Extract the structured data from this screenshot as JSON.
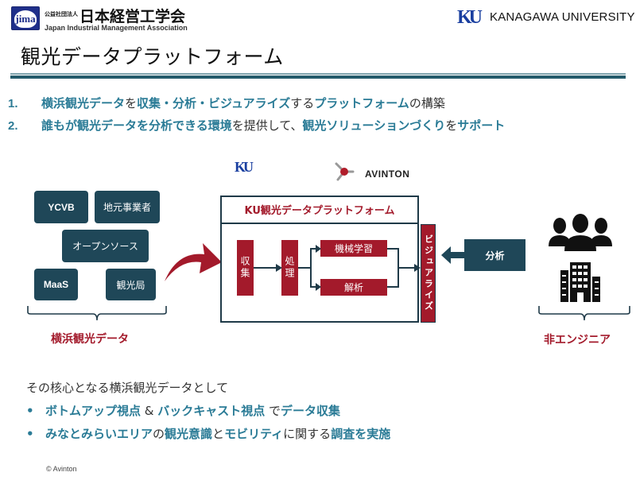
{
  "header": {
    "org_logo_mark": "jima",
    "org_small_label": "公益社団法人",
    "org_name_ja": "日本経営工学会",
    "org_name_en": "Japan Industrial Management Association",
    "university_logo_mark": "KU",
    "university_name": "KANAGAWA UNIVERSITY"
  },
  "page_title": "観光データプラットフォーム",
  "points": [
    {
      "number": "1.",
      "segments": [
        {
          "text": "横浜観光データ",
          "highlight": true
        },
        {
          "text": "を",
          "highlight": false
        },
        {
          "text": "収集・分析・ビジュアライズ",
          "highlight": true
        },
        {
          "text": "する",
          "highlight": false
        },
        {
          "text": "プラットフォーム",
          "highlight": true
        },
        {
          "text": "の構築",
          "highlight": false
        }
      ]
    },
    {
      "number": "2.",
      "segments": [
        {
          "text": "誰もが観光データを分析できる環境",
          "highlight": true
        },
        {
          "text": "を提供して、",
          "highlight": false
        },
        {
          "text": "観光ソリューションづくり",
          "highlight": true
        },
        {
          "text": "を",
          "highlight": false
        },
        {
          "text": "サポート",
          "highlight": true
        }
      ]
    }
  ],
  "diagram": {
    "partners": {
      "ku_mark": "KU",
      "avinton_name": "AVINTON"
    },
    "sources": {
      "tiles": [
        "YCVB",
        "地元事業者",
        "オープンソース",
        "MaaS",
        "観光局"
      ],
      "label": "横浜観光データ"
    },
    "platform": {
      "title": "KU観光データプラットフォーム",
      "collect": "収集",
      "process": "処理",
      "ml": "機械学習",
      "analysis": "解析",
      "visualize": "ビジュアライズ"
    },
    "users": {
      "analysis_label": "分析",
      "label": "非エンジニア",
      "icons": [
        "people-group-icon",
        "office-building-icon"
      ]
    },
    "colors": {
      "accent_red": "#a31a2b",
      "tile_navy": "#1f4758",
      "highlight_teal": "#2a7b96"
    }
  },
  "summary": {
    "intro": "その核心となる横浜観光データとして",
    "bullets": [
      {
        "segments": [
          {
            "text": "ボトムアップ視点",
            "highlight": true
          },
          {
            "text": " & ",
            "highlight": false
          },
          {
            "text": "バックキャスト視点",
            "highlight": true
          },
          {
            "text": " で",
            "highlight": false
          },
          {
            "text": "データ収集",
            "highlight": true
          }
        ]
      },
      {
        "segments": [
          {
            "text": "みなとみらいエリア",
            "highlight": true
          },
          {
            "text": "の",
            "highlight": false
          },
          {
            "text": "観光意識",
            "highlight": true
          },
          {
            "text": "と",
            "highlight": false
          },
          {
            "text": "モビリティ",
            "highlight": true
          },
          {
            "text": "に関する",
            "highlight": false
          },
          {
            "text": "調査を実施",
            "highlight": true
          }
        ]
      }
    ],
    "bullet_symbol": "•"
  },
  "footer": {
    "copyright": "© Avinton"
  }
}
